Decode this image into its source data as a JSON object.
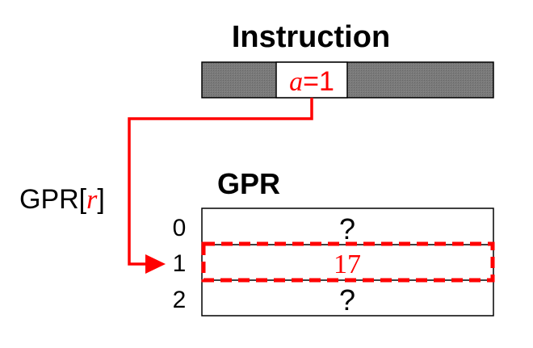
{
  "instruction": {
    "title": "Instruction",
    "field_var": "a",
    "field_value": "=1",
    "field_color": "#ff0000",
    "bar_color": "#777777"
  },
  "gpr": {
    "title": "GPR",
    "arrow_label_prefix": "GPR[",
    "arrow_label_var": "r",
    "arrow_label_suffix": "]",
    "rows": [
      {
        "index": "0",
        "value": "?"
      },
      {
        "index": "1",
        "value": "17",
        "highlighted": true
      },
      {
        "index": "2",
        "value": "?"
      }
    ],
    "highlight_color": "#ff0000"
  }
}
